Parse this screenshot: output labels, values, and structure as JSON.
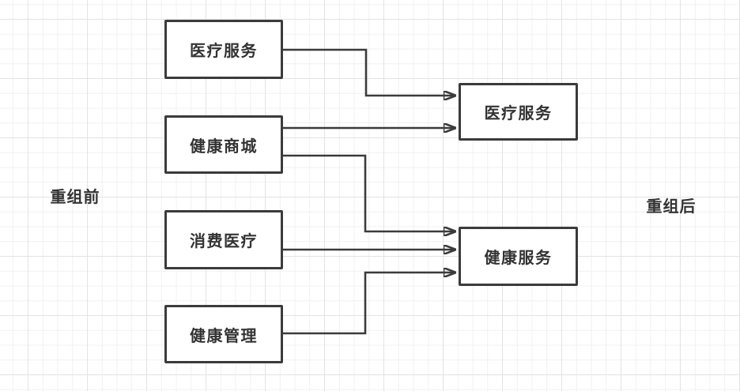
{
  "diagram": {
    "before_label": "重组前",
    "after_label": "重组后",
    "before_nodes": [
      {
        "id": "medical-services-old",
        "label": "医疗服务"
      },
      {
        "id": "health-mall",
        "label": "健康商城"
      },
      {
        "id": "consumer-medical",
        "label": "消费医疗"
      },
      {
        "id": "health-management",
        "label": "健康管理"
      }
    ],
    "after_nodes": [
      {
        "id": "medical-services-new",
        "label": "医疗服务"
      },
      {
        "id": "health-services",
        "label": "健康服务"
      }
    ],
    "edges": [
      {
        "from": "医疗服务",
        "to": "医疗服务"
      },
      {
        "from": "健康商城",
        "to": "医疗服务"
      },
      {
        "from": "健康商城",
        "to": "健康服务"
      },
      {
        "from": "消费医疗",
        "to": "健康服务"
      },
      {
        "from": "健康管理",
        "to": "健康服务"
      }
    ],
    "colors": {
      "stroke": "#3b3b3b",
      "text": "#333333",
      "node_fill": "#ffffff",
      "background": "#ffffff",
      "grid_minor": "#f0f0f0",
      "grid_major": "#e3e3e3"
    }
  }
}
